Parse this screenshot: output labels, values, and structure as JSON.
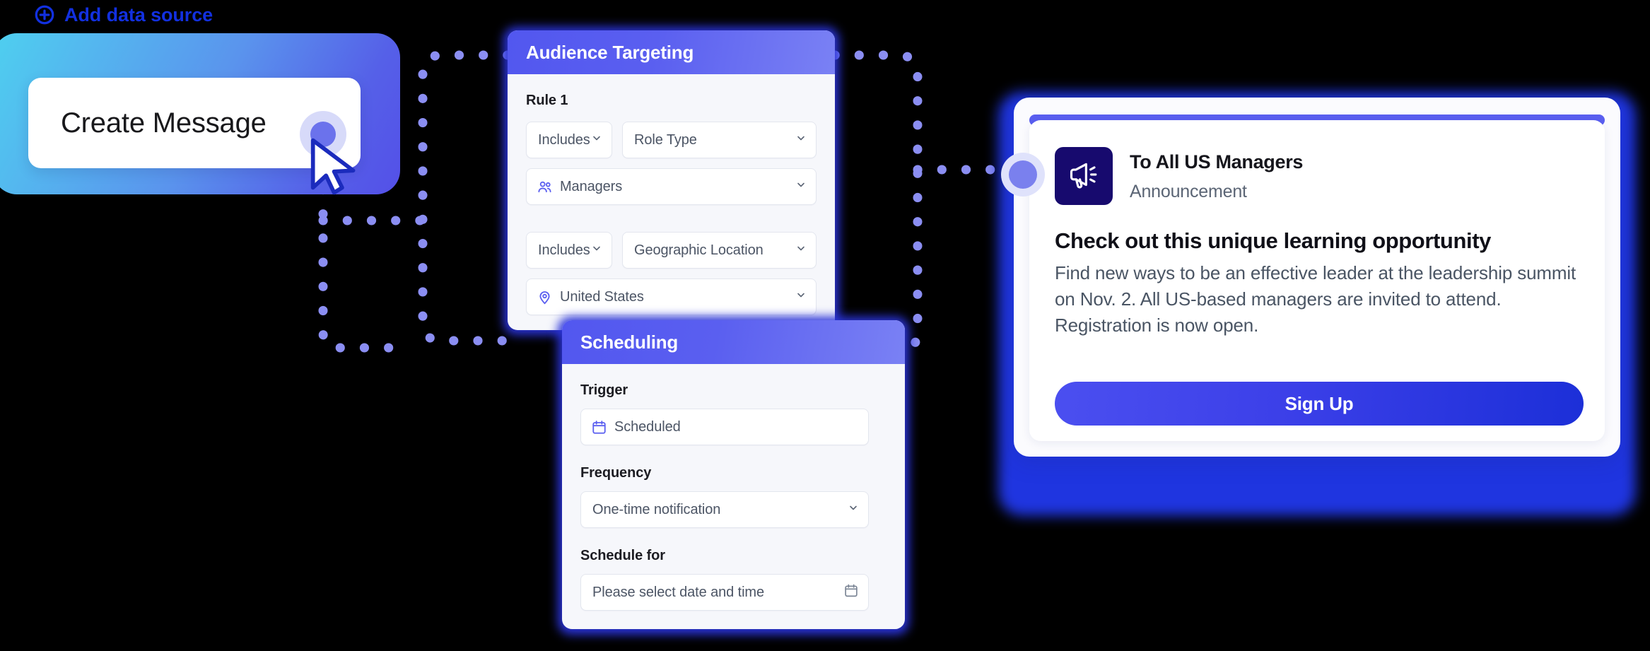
{
  "toolbar": {
    "add_data_source_label": "Add data source",
    "add_icon": "plus-circle-icon"
  },
  "create_message": {
    "button_label": "Create Message",
    "cursor_icon": "mouse-pointer-icon",
    "click_indicator": "click-target-dot"
  },
  "audience_panel": {
    "title": "Audience Targeting",
    "rule_label": "Rule 1",
    "rows": [
      {
        "operator": "Includes",
        "attribute": "Role Type",
        "value": "Managers",
        "value_icon": "users-icon"
      },
      {
        "operator": "Includes",
        "attribute": "Geographic Location",
        "value": "United States",
        "value_icon": "map-pin-icon"
      }
    ],
    "chevron_icon": "chevron-down-icon"
  },
  "scheduling_panel": {
    "title": "Scheduling",
    "trigger_label": "Trigger",
    "trigger_value": "Scheduled",
    "trigger_icon": "calendar-icon",
    "frequency_label": "Frequency",
    "frequency_value": "One-time notification",
    "schedule_for_label": "Schedule for",
    "schedule_for_placeholder": "Please select date and time",
    "schedule_icon": "calendar-icon",
    "chevron_icon": "chevron-down-icon"
  },
  "announcement": {
    "icon": "megaphone-icon",
    "recipient": "To All US Managers",
    "kind": "Announcement",
    "headline": "Check out this unique learning opportunity",
    "body": "Find new ways to be an effective leader at the leadership summit on Nov. 2. All US-based managers are invited to attend. Registration is now open.",
    "cta_label": "Sign Up"
  },
  "colors": {
    "brand_blue": "#1230e0",
    "panel_header_start": "#5257ef",
    "panel_header_end": "#7a81f4",
    "dot_connector": "#8b8ef2",
    "cta_gradient_start": "#4b4ff0",
    "cta_gradient_end": "#1c2fd8",
    "megaphone_badge": "#170a6e",
    "card_gradient_start": "#4ed0ef",
    "card_gradient_end": "#5450e8"
  }
}
